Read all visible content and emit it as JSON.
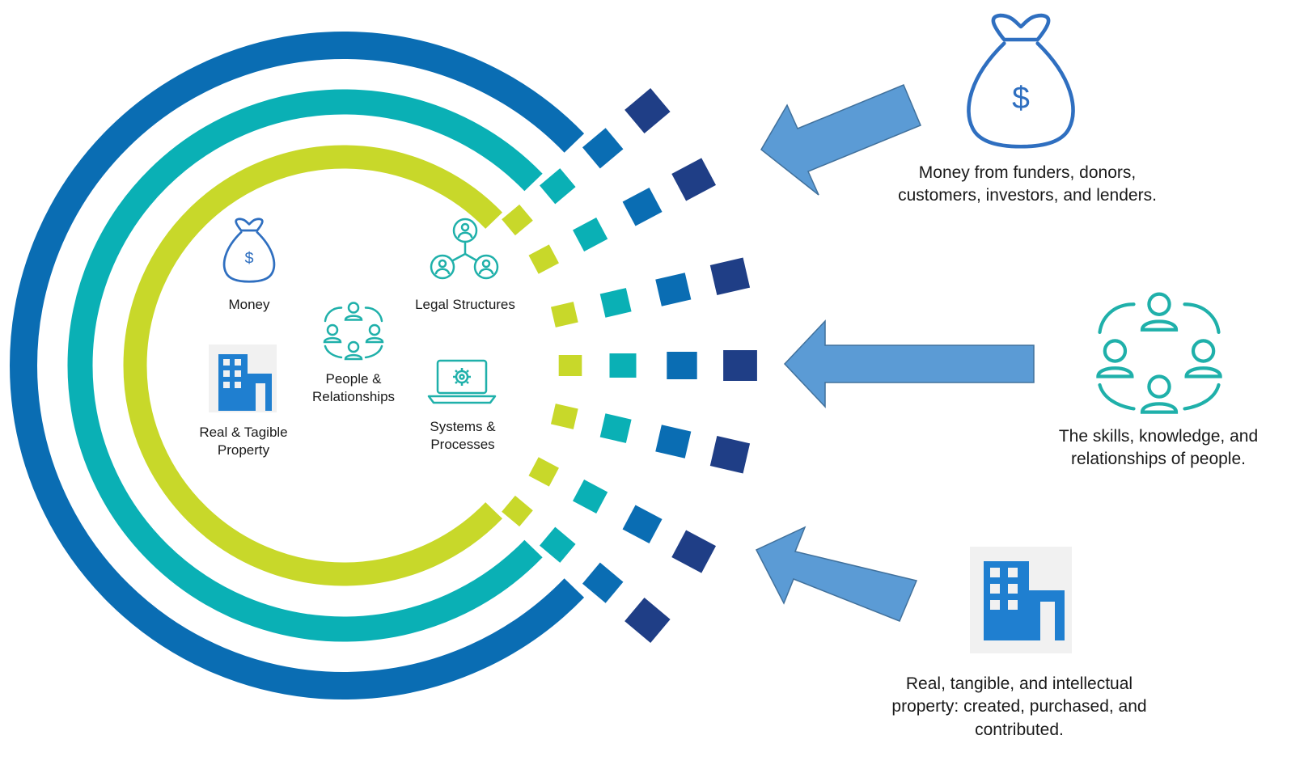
{
  "colors": {
    "ring_outer": "#0a6db3",
    "ring_middle": "#0ab0b5",
    "ring_inner": "#c8d82a",
    "dash_navy": "#1f3e86",
    "arrow_fill": "#5b9bd5",
    "arrow_stroke": "#41719c",
    "icon_blue": "#2f6fc0",
    "icon_teal": "#1fb0aa",
    "building_blue": "#1f7fd0"
  },
  "inner_labels": {
    "money": "Money",
    "legal_structures": "Legal Structures",
    "people_line1": "People &",
    "people_line2": "Relationships",
    "property_line1": "Real & Tagible",
    "property_line2": "Property",
    "systems_line1": "Systems &",
    "systems_line2": "Processes"
  },
  "outer_labels": {
    "money_line1": "Money from funders, donors,",
    "money_line2": "customers, investors, and lenders.",
    "people_line1": "The skills, knowledge, and",
    "people_line2": "relationships of people.",
    "property_line1": "Real, tangible, and intellectual",
    "property_line2": "property: created, purchased, and",
    "property_line3": "contributed."
  },
  "icons": {
    "inner_money": "money-bag-icon",
    "inner_legal": "org-structure-icon",
    "inner_people": "people-network-icon",
    "inner_property": "building-icon",
    "inner_systems": "laptop-gear-icon",
    "outer_money": "money-bag-icon",
    "outer_people": "people-network-icon",
    "outer_property": "building-icon",
    "currency_symbol": "$"
  }
}
